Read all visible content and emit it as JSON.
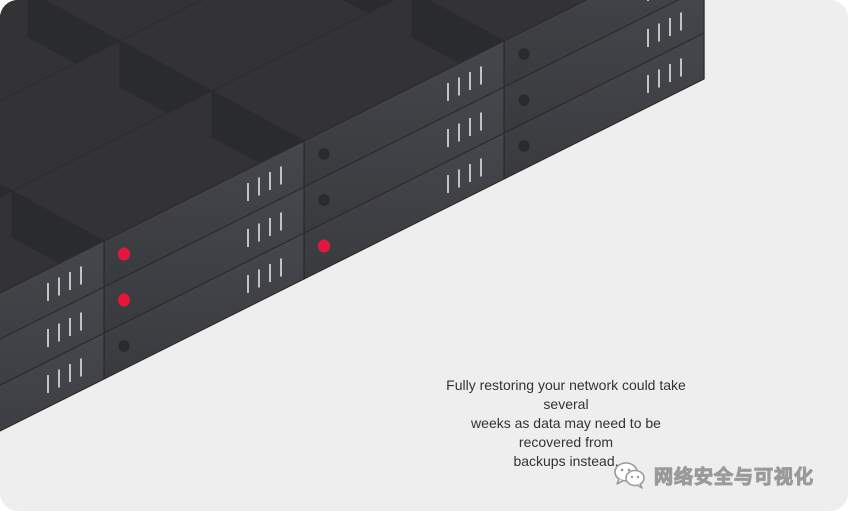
{
  "caption": {
    "line1": "Fully restoring your network could take several",
    "line2": "weeks as data may need to be recovered from",
    "line3": "backups instead."
  },
  "watermark": {
    "text": "网络安全与可视化",
    "icon": "wechat-icon"
  },
  "colors": {
    "background": "#eeeeee",
    "server_top": "#333335",
    "server_front": "#3f4044",
    "server_side": "#2a2b2e",
    "indicator_red": "#e3173d"
  }
}
